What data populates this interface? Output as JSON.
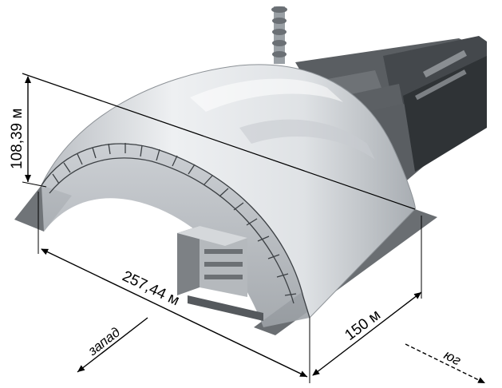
{
  "dimensions": {
    "height_label": "108,39 м",
    "length_label": "257,44 м",
    "width_label": "150 м"
  },
  "directions": {
    "west_label": "запад",
    "south_label": "юг"
  },
  "colors": {
    "arch_light": "#e9ebee",
    "arch_shadow": "#9ea3a8",
    "building_dark": "#4b4f53",
    "ground": "#6f7377",
    "line": "#000000"
  }
}
